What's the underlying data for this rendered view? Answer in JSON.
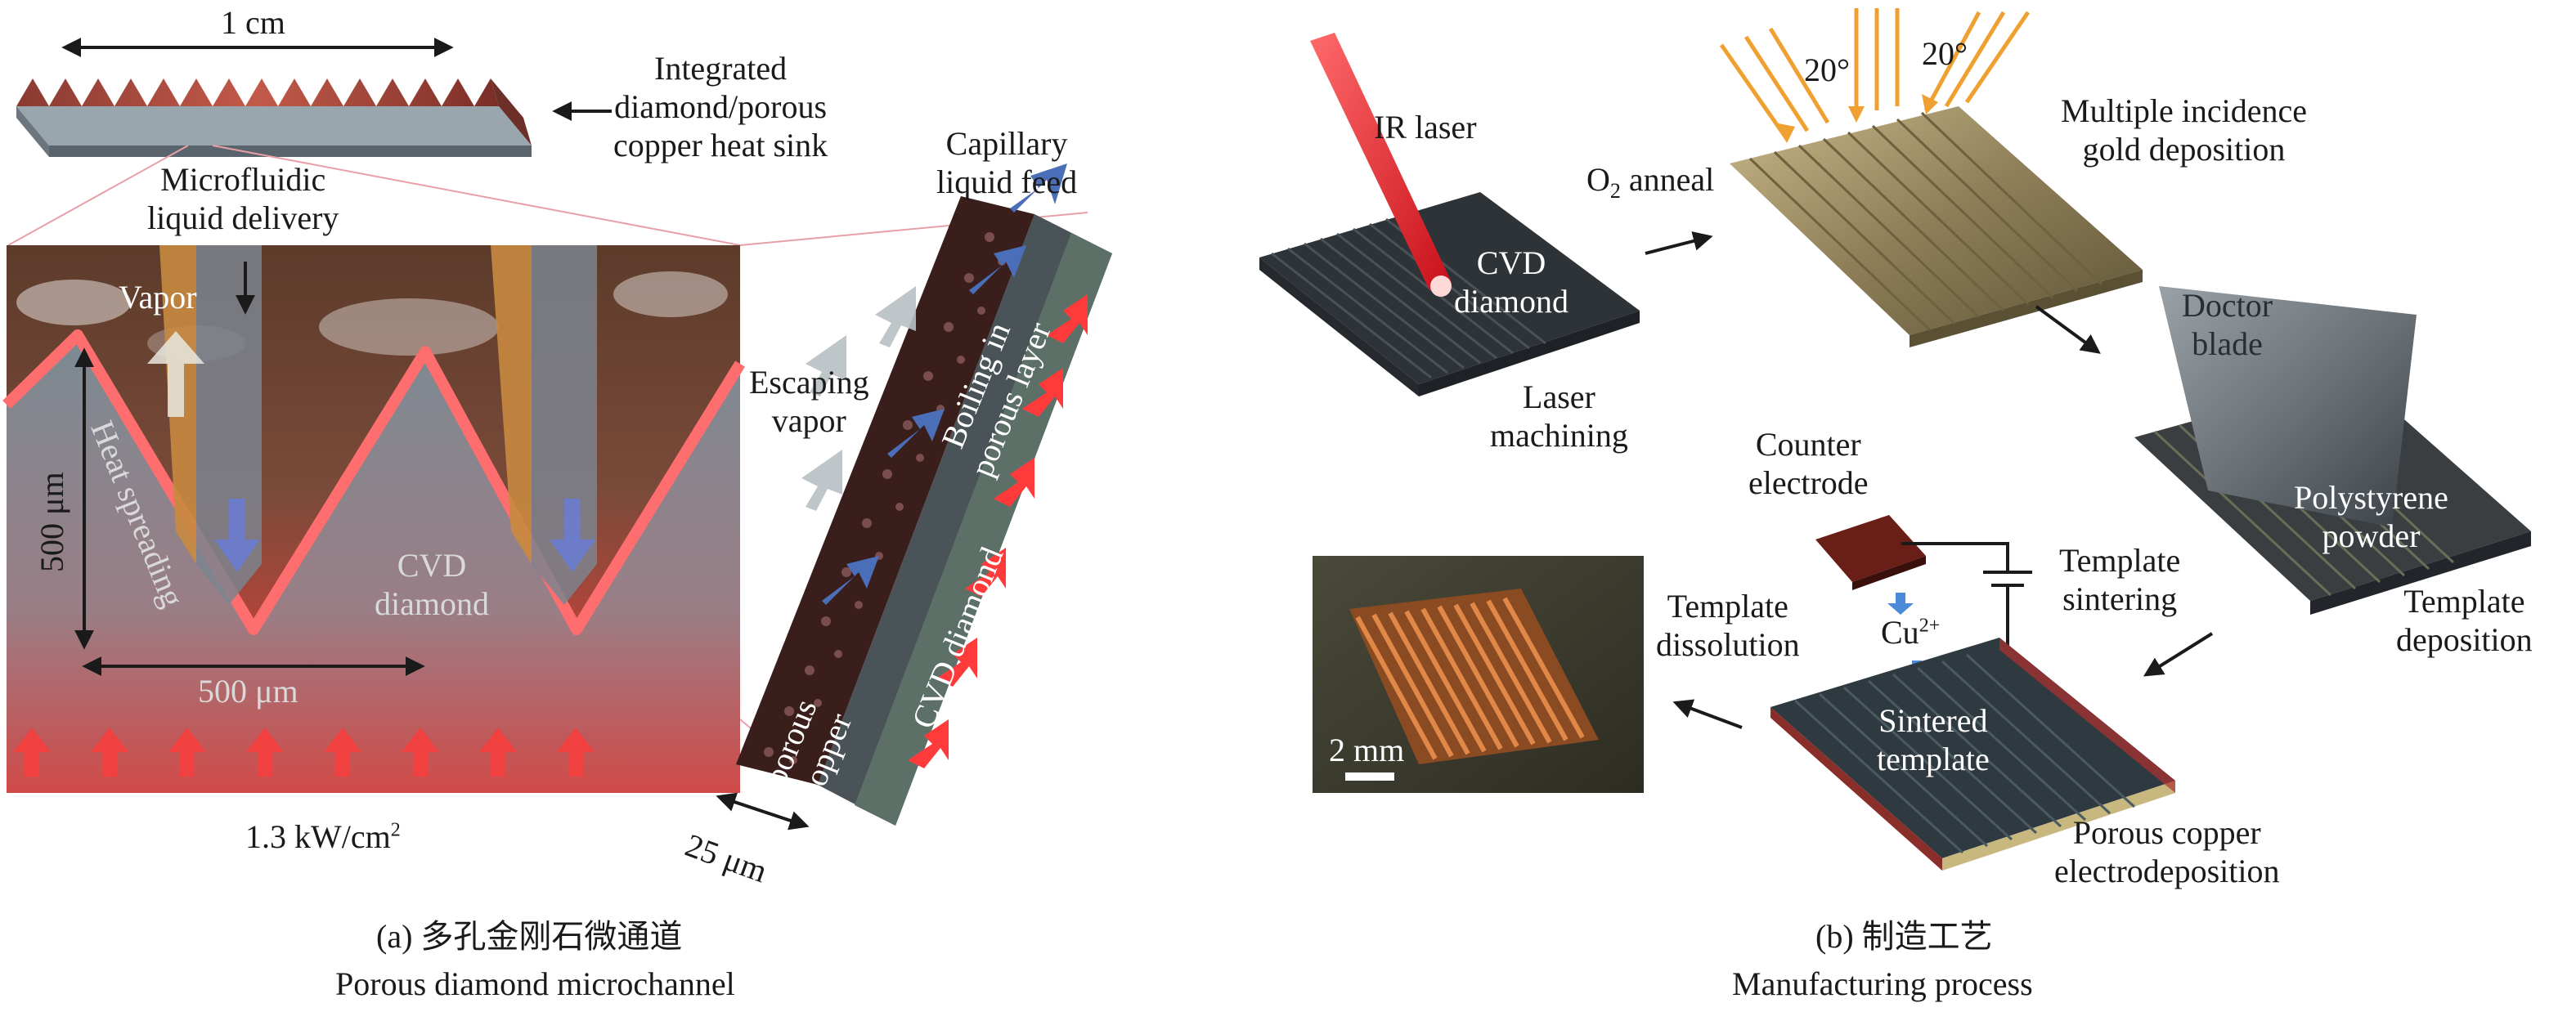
{
  "panel_a": {
    "scale": "1 cm",
    "heat_sink": [
      "Integrated",
      "diamond/porous",
      "copper heat sink"
    ],
    "microfluidic": [
      "Microfluidic",
      "liquid delivery"
    ],
    "capillary": [
      "Capillary",
      "liquid feed"
    ],
    "vapor": "Vapor",
    "heat_spreading": "Heat spreading",
    "depth": "500 μm",
    "width": "500 μm",
    "cvd_diamond": [
      "CVD",
      "diamond"
    ],
    "flux": "1.3 kW/cm",
    "flux_sup": "2",
    "escaping": [
      "Escaping",
      "vapor"
    ],
    "boiling": [
      "Boiling in",
      "porous layer"
    ],
    "porous_copper": [
      "porous",
      "copper"
    ],
    "cvd_strip": "CVD diamond",
    "thickness": "25 μm",
    "caption_cn": "(a) 多孔金刚石微通道",
    "caption_en": "Porous diamond microchannel"
  },
  "panel_b": {
    "ir_laser": "IR laser",
    "cvd_diamond": [
      "CVD",
      "diamond"
    ],
    "laser_machining": [
      "Laser",
      "machining"
    ],
    "o2_anneal": {
      "pre": "O",
      "sub": "2",
      "post": " anneal"
    },
    "angle_left": "20°",
    "angle_right": "20°",
    "gold": [
      "Multiple incidence",
      "gold deposition"
    ],
    "doctor_blade": [
      "Doctor",
      "blade"
    ],
    "polystyrene": [
      "Polystyrene",
      "powder"
    ],
    "template_deposition": [
      "Template",
      "deposition"
    ],
    "counter_electrode": [
      "Counter",
      "electrode"
    ],
    "template_sintering": [
      "Template",
      "sintering"
    ],
    "cu_ion": {
      "base": "Cu",
      "sup": "2+"
    },
    "sintered": [
      "Sintered",
      "template"
    ],
    "electrodeposition": [
      "Porous copper",
      "electrodeposition"
    ],
    "dissolution": [
      "Template",
      "dissolution"
    ],
    "scale_bar": "2 mm",
    "caption_cn": "(b) 制造工艺",
    "caption_en": "Manufacturing process"
  },
  "colors": {
    "diamond_dark": "#3a4148",
    "copper": "#c0703a",
    "heat_red": "#e8302a",
    "gold": "#a89868",
    "arrow_blue": "#4a6fb8",
    "beam_orange": "#f0a030"
  }
}
